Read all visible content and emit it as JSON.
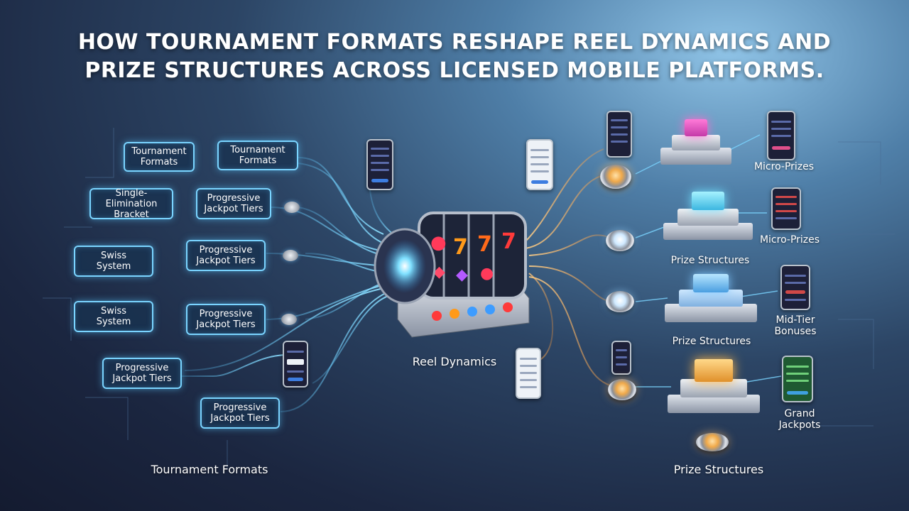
{
  "title": {
    "line1": "HOW TOURNAMENT FORMATS RESHAPE REEL DYNAMICS AND",
    "line2": "PRIZE STRUCTURES ACROSS LICENSED MOBILE PLATFORMS."
  },
  "left_nodes": [
    {
      "label": "Tournament\nFormats"
    },
    {
      "label": "Tournament\nFormats"
    },
    {
      "label": "Single-Elimination\nBracket"
    },
    {
      "label": "Progressive\nJackpot Tiers"
    },
    {
      "label": "Swiss\nSystem"
    },
    {
      "label": "Progressive\nJackpot Tiers"
    },
    {
      "label": "Swiss\nSystem"
    },
    {
      "label": "Progressive\nJackpot Tiers"
    },
    {
      "label": "Progressive\nJackpot Tiers"
    },
    {
      "label": "Progressive\nJackpot Tiers"
    }
  ],
  "center_label": "Reel Dynamics",
  "right_labels": [
    {
      "label": "Micro-Prizes"
    },
    {
      "label": "Micro-Prizes"
    },
    {
      "label": "Prize Structures"
    },
    {
      "label": "Prize Structures"
    },
    {
      "label": "Mid-Tier\nBonuses"
    },
    {
      "label": "Grand\nJackpots"
    }
  ],
  "footer": {
    "left": "Tournament Formats",
    "right": "Prize Structures"
  },
  "icons": {
    "slot_reels": "slot-machine-icon",
    "phone": "smartphone-icon",
    "tier": "prize-pyramid-icon",
    "puck": "glowing-node-icon"
  },
  "colors": {
    "wire_blue": "#5cc8ff",
    "wire_orange": "#ffb45a",
    "box_border": "#7ad4ff"
  }
}
